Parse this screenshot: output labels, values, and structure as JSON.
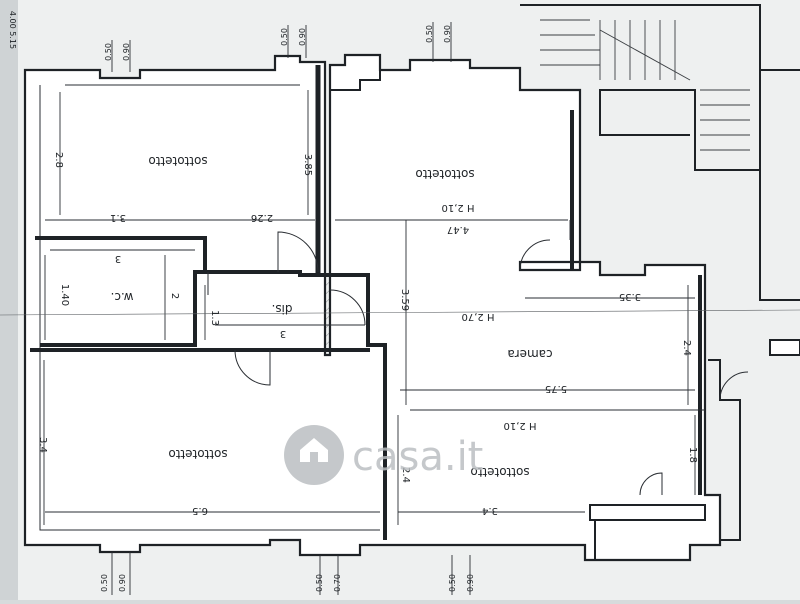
{
  "rooms": [
    {
      "id": "sottotetto-top-left",
      "label": "sottotetto"
    },
    {
      "id": "sottotetto-top-center",
      "label": "sottotetto"
    },
    {
      "id": "wc",
      "label": "w.c."
    },
    {
      "id": "dis",
      "label": "dis."
    },
    {
      "id": "camera",
      "label": "camera"
    },
    {
      "id": "sottotetto-bottom-left",
      "label": "sottotetto"
    },
    {
      "id": "sottotetto-bottom-right",
      "label": "sottotetto"
    }
  ],
  "heights": [
    "H 2,10",
    "H 2,70",
    "H 2,10"
  ],
  "dimensions": {
    "d_2_8": "2.8",
    "d_3_1": "3.1",
    "d_2_26": "2.26",
    "d_3_85": "3.85",
    "d_4_47": "4.47",
    "d_3_59": "3.59",
    "d_3_35": "3.35",
    "d_2_4": "2.4",
    "d_3_wc": "3",
    "d_2_wc": "2",
    "d_1_40": "1.40",
    "d_1_3": "1.3",
    "d_3_dis": "3",
    "d_5_75": "5.75",
    "d_3_4_left": "3.4",
    "d_6_5": "6.5",
    "d_2_4_b": "2.4",
    "d_3_4_b": "3.4",
    "d_1_8": "1.8"
  },
  "window_dims": {
    "top": [
      "0.50",
      "0.90"
    ],
    "bottom_left": [
      "0.50",
      "0.90"
    ],
    "bottom_mid": [
      "0.50",
      "0.70"
    ],
    "bottom_right": [
      "0.50",
      "0.90"
    ]
  },
  "corner_scribble": "4.00  5.15",
  "watermark": {
    "text": "casa.it"
  },
  "colors": {
    "paper": "#ffffff",
    "ink": "#1e2226",
    "hatch": "#8a8e92",
    "background": "#d7dbdc"
  }
}
